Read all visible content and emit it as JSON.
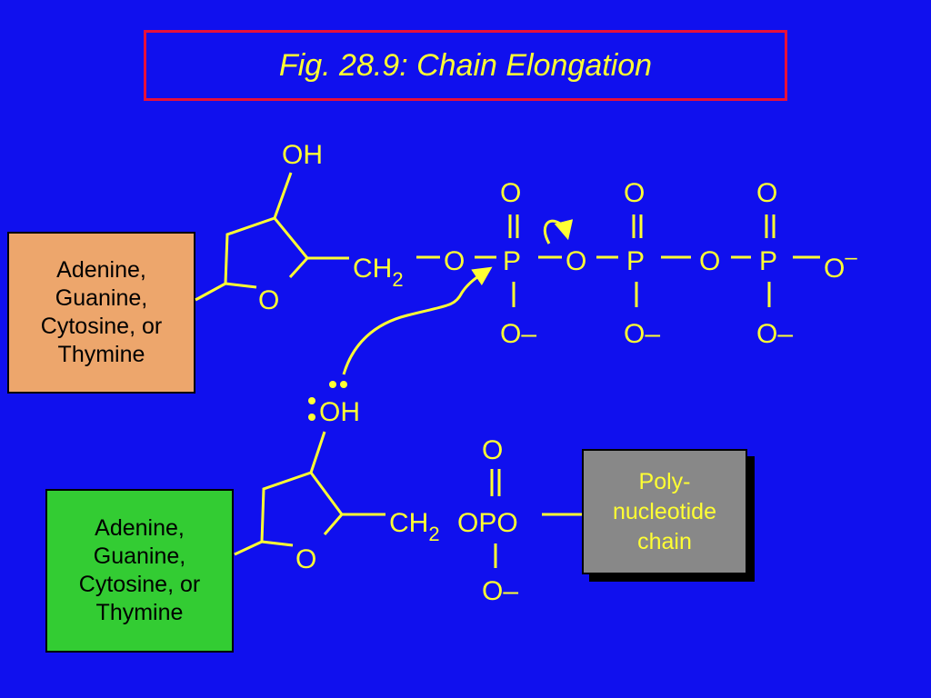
{
  "title": "Fig. 28.9: Chain Elongation",
  "base_top": {
    "lines": [
      "Adenine,",
      "Guanine,",
      "Cytosine, or",
      "Thymine"
    ]
  },
  "base_bottom": {
    "lines": [
      "Adenine,",
      "Guanine,",
      "Cytosine, or",
      "Thymine"
    ]
  },
  "chain_label": {
    "lines": [
      "Poly-",
      "nucleotide",
      "chain"
    ]
  },
  "colors": {
    "background": "#1010ee",
    "text": "#ffff33",
    "title_border": "#e8103a",
    "base_top": "#eda66c",
    "base_bottom": "#33cc33",
    "chain_box": "#888888"
  },
  "molecule": {
    "top_oh": "OH",
    "ring_o": "O",
    "ch": "CH",
    "sub2": "2",
    "o": "O",
    "p": "P",
    "minus": "–",
    "o_minus": "O–",
    "oh": "OH",
    "opo": "OPO"
  }
}
